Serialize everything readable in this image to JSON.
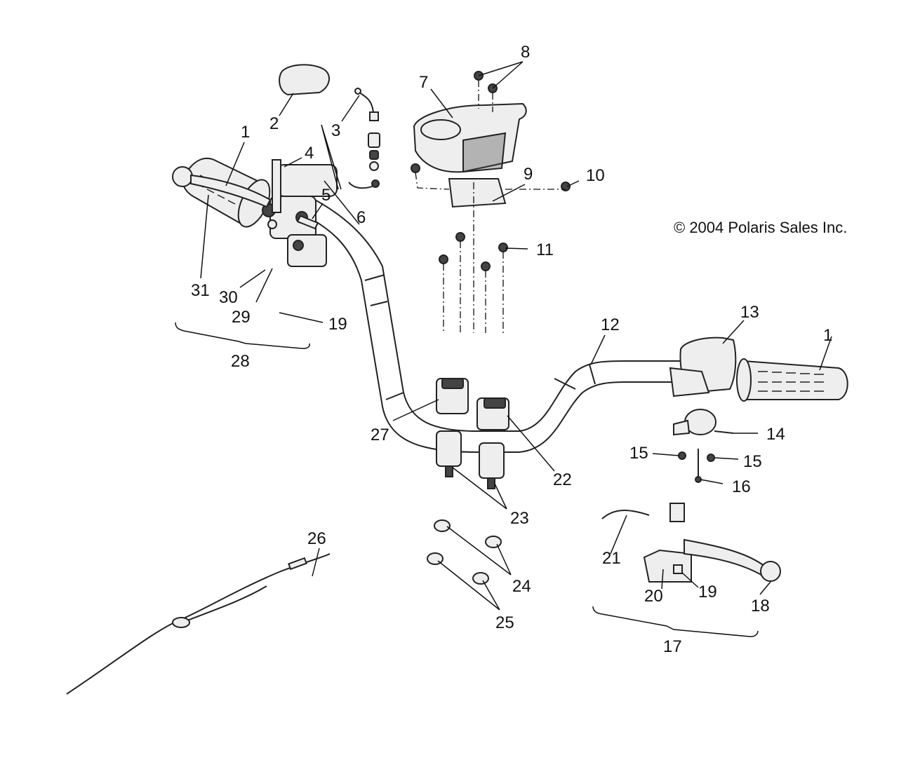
{
  "copyright": "© 2004 Polaris Sales Inc.",
  "callouts": [
    "1",
    "2",
    "3",
    "4",
    "5",
    "6",
    "7",
    "8",
    "9",
    "10",
    "11",
    "12",
    "13",
    "1",
    "14",
    "15",
    "15",
    "16",
    "17",
    "18",
    "19",
    "19",
    "20",
    "21",
    "22",
    "23",
    "24",
    "25",
    "26",
    "27",
    "28",
    "29",
    "30",
    "31"
  ]
}
